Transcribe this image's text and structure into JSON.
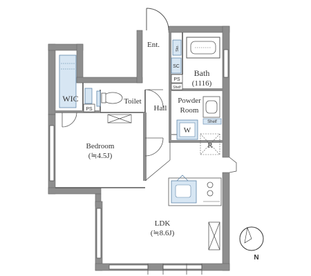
{
  "colors": {
    "wall": "#8e8e8e",
    "wall_edge": "#666666",
    "fixture_blue": "#d7e6f3",
    "fixture_line": "#5f86aa",
    "line": "#555555",
    "floor": "#ffffff"
  },
  "rooms": {
    "ent": "Ent.",
    "sto": "Sto.",
    "sc": "SC",
    "bath": "Bath",
    "bath_size": "(1116)",
    "ps_top": "PS",
    "shelf_top": "Shelf",
    "wic": "WIC",
    "ps_left": "PS",
    "toilet": "Toilet",
    "hall": "Hall",
    "powder_room_line1": "Powder",
    "powder_room_line2": "Room",
    "shelf_right": "Shelf",
    "washer": "W",
    "fridge": "R",
    "bedroom": "Bedroom",
    "bedroom_size": "(≒4.5J)",
    "ldk": "LDK",
    "ldk_size": "(≒8.6J)"
  },
  "compass": {
    "north": "N",
    "icon": "north-arrow-icon"
  }
}
